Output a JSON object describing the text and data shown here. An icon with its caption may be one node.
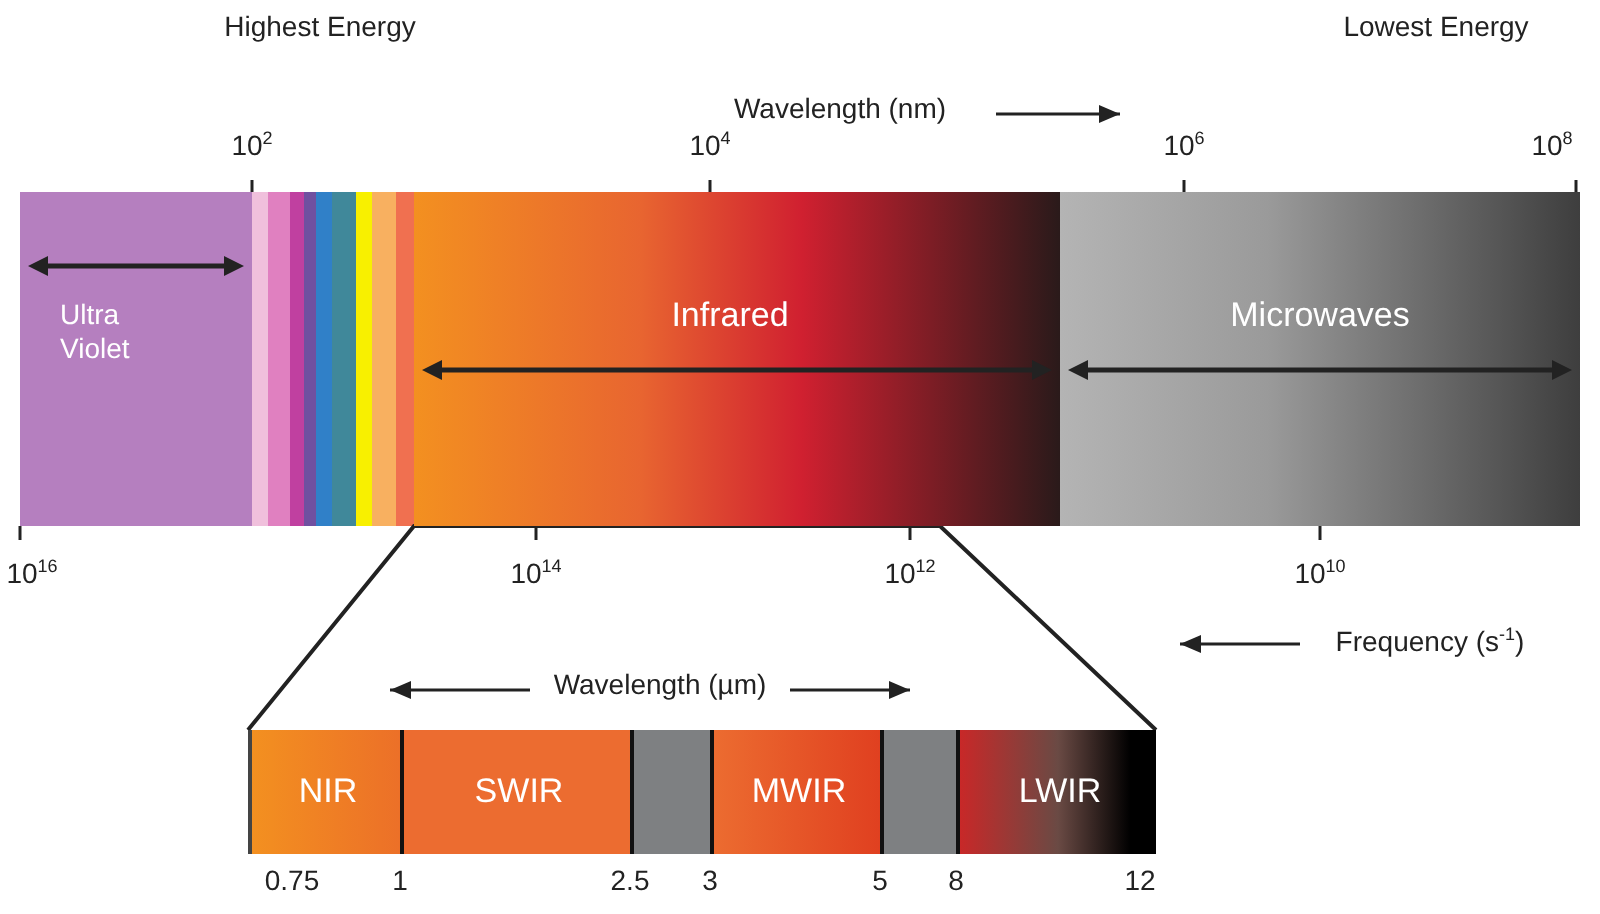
{
  "diagram": {
    "nodes": [
      {
        "text": [
          "Ultra Violet"
        ]
      },
      {
        "text": [
          "Infrared"
        ]
      },
      {
        "text": [
          "Microwaves"
        ]
      },
      {
        "text": [
          "NIR"
        ]
      },
      {
        "text": [
          "SWIR"
        ]
      },
      {
        "text": [],
        "shape": "bar"
      },
      {
        "text": [
          "MWIR"
        ]
      },
      {
        "text": [],
        "shape": "bar"
      },
      {
        "text": [
          "LWIR"
        ]
      }
    ],
    "labels": [
      "Highest Energy",
      "Lowest Energy",
      "Wavelength (nm)",
      "10$^{2}$",
      "10$^{4}$",
      "10$^{6}$",
      "10$^{8}$",
      "10$^{16}$",
      "10$^{14}$",
      "10$^{12}$",
      "10$^{10}$",
      "Frequency (s$^{-1}$)",
      "Wavelength (µm)",
      "0.75",
      "1",
      "2.5",
      "3",
      "5",
      "8",
      "12"
    ]
  }
}
